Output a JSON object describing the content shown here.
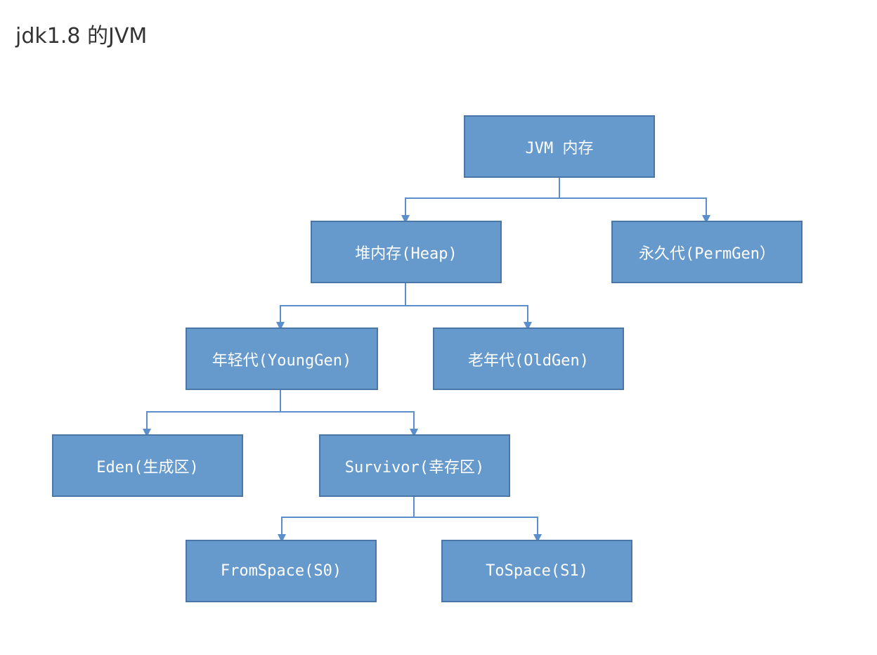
{
  "title": "jdk1.8 的JVM",
  "colors": {
    "node_fill": "#6699CC",
    "node_border": "#4A77A8",
    "connector": "#5B8FCC",
    "node_text": "#ffffff"
  },
  "nodes": {
    "jvm": "JVM 内存",
    "heap": "堆内存(Heap)",
    "perm": "永久代(PermGen）",
    "young": "年轻代(YoungGen)",
    "old": "老年代(OldGen)",
    "eden": "Eden(生成区)",
    "survivor": "Survivor(幸存区)",
    "from": "FromSpace(S0)",
    "to": "ToSpace(S1)"
  }
}
